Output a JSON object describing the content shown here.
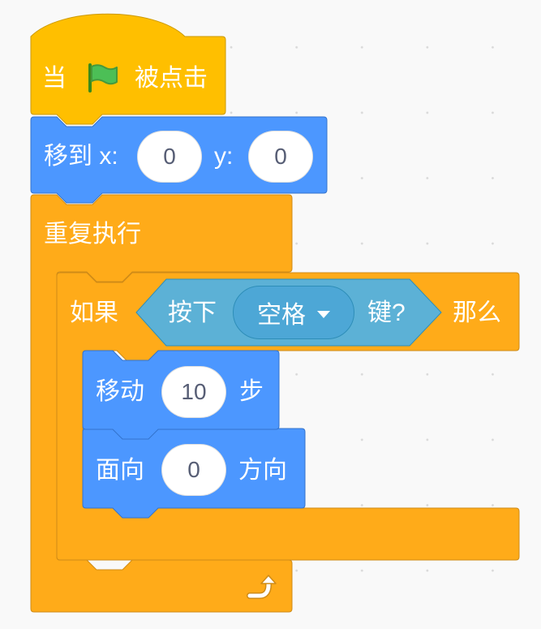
{
  "when_flag_clicked": {
    "prefix": "当",
    "icon": "green-flag-icon",
    "suffix": "被点击"
  },
  "goto_xy": {
    "label": "移到 x:",
    "x_value": "0",
    "y_label": "y:",
    "y_value": "0"
  },
  "forever": {
    "label": "重复执行",
    "loop_icon": "loop-arrow-icon"
  },
  "if_then": {
    "if_label": "如果",
    "then_label": "那么"
  },
  "key_pressed": {
    "prefix": "按下",
    "key_value": "空格",
    "suffix": "键?"
  },
  "move_steps": {
    "label": "移动",
    "value": "10",
    "suffix": "步"
  },
  "point_direction": {
    "label": "面向",
    "value": "0",
    "suffix": "方向"
  },
  "colors": {
    "events": "#FFBF00",
    "events_border": "#CC9900",
    "motion": "#4C97FF",
    "motion_border": "#3373CC",
    "control": "#FFAB19",
    "control_border": "#CF8B17",
    "sensing": "#5CB1D6",
    "sensing_border": "#2E8EB8",
    "canvas": "#F9F9F9"
  }
}
